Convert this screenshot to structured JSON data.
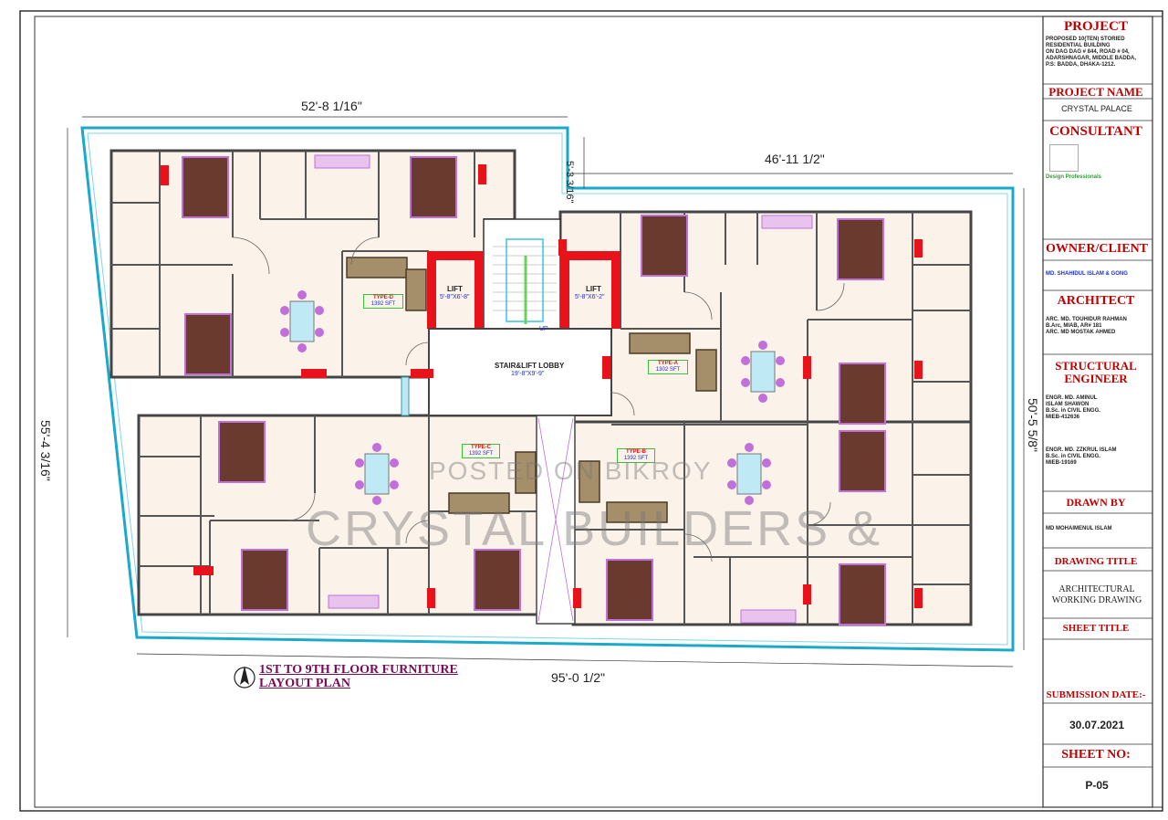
{
  "title_block": {
    "project_label": "PROJECT",
    "project_desc": [
      "PROPOSED 10(TEN) STORIED",
      "RESIDENTIAL BUILDING",
      "ON DAG DAG # 844, ROAD # 04,",
      "ADARSHNAGAR, MIDDLE BADDA,",
      "P.S: BADDA, DHAKA-1212."
    ],
    "project_name_label": "PROJECT NAME",
    "project_name": "CRYSTAL  PALACE",
    "consultant_label": "CONSULTANT",
    "consultant_firm": "Design Professionals",
    "owner_label": "OWNER/CLIENT",
    "owner": "MD. SHAHIDUL ISLAM & GONG",
    "architect_label": "ARCHITECT",
    "architect_lines": [
      "ARC. MD. TOUHIDUR RAHMAN",
      "B.Arc, MIAB, AR# 181",
      "ARC. MD MOSTAK AHMED"
    ],
    "structural_label_1": "STRUCTURAL",
    "structural_label_2": "ENGINEER",
    "engineer1": [
      "ENGR. MD. AMINUL",
      "ISLAM SHAWON",
      "B.Sc. in CIVIL ENGG.",
      "MIEB-412636"
    ],
    "engineer2": [
      "ENGR. MD. ZZKRUL ISLAM",
      "B.Sc. in CIVIL ENGG.",
      "MIEB-19169"
    ],
    "drawn_by_label": "DRAWN BY",
    "drawn_by": "MD MOHAIMENUL ISLAM",
    "drawing_title_label": "DRAWING TITLE",
    "drawing_title": [
      "ARCHITECTURAL",
      "WORKING DRAWING"
    ],
    "sheet_title_label": "SHEET TITLE",
    "submission_label": "SUBMISSION  DATE:-",
    "submission_date": "30.07.2021",
    "sheet_no_label": "SHEET NO:",
    "sheet_no": "P-05"
  },
  "plan_title": [
    "1ST TO 9TH  FLOOR FURNITURE",
    "LAYOUT PLAN"
  ],
  "dimensions": {
    "top_left": "52'-8 1/16\"",
    "top_right": "46'-11 1/2\"",
    "notch": "5'-3 3/16\"",
    "left": "55'-4 3/16\"",
    "right": "50'-5 5/8\"",
    "bottom": "95'-0 1/2\""
  },
  "rooms": {
    "stair_lobby": "STAIR&LIFT LOBBY",
    "stair_lobby_dim": "19'-8\"X9'-9\"",
    "lift_left": "LIFT",
    "lift_left_dim": "5'-8\"X6'-8\"",
    "lift_right": "LIFT",
    "lift_right_dim": "5'-8\"X6'-2\"",
    "type_d": "TYPE-D",
    "type_d_area": "1392 SFT",
    "type_a": "TYPE-A",
    "type_a_area": "1302 SFT",
    "type_c": "TYPE-C",
    "type_c_area": "1392 SFT",
    "type_b": "TYPE-B",
    "type_b_area": "1392 SFT",
    "up": "UP"
  },
  "watermarks": [
    "POSTED ON BIKROY",
    "CRYSTAL BUILDERS &"
  ],
  "colors": {
    "title_red": "#c00000",
    "boundary": "#1aa9c9",
    "column": "#e8121b",
    "wall": "#444444",
    "bed": "#6b3a2e",
    "furniture": "#c070d8"
  }
}
